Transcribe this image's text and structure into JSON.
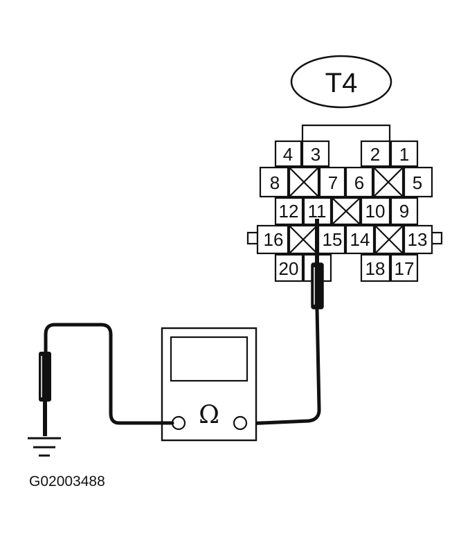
{
  "connector": {
    "label": "T4",
    "pins": {
      "p1": "1",
      "p2": "2",
      "p3": "3",
      "p4": "4",
      "p5": "5",
      "p6": "6",
      "p7": "7",
      "p8": "8",
      "p9": "9",
      "p10": "10",
      "p11": "11",
      "p12": "12",
      "p13": "13",
      "p14": "14",
      "p15": "15",
      "p16": "16",
      "p17": "17",
      "p18": "18",
      "p20": "20"
    }
  },
  "meter": {
    "symbol": "Ω"
  },
  "figure_code": "G02003488"
}
